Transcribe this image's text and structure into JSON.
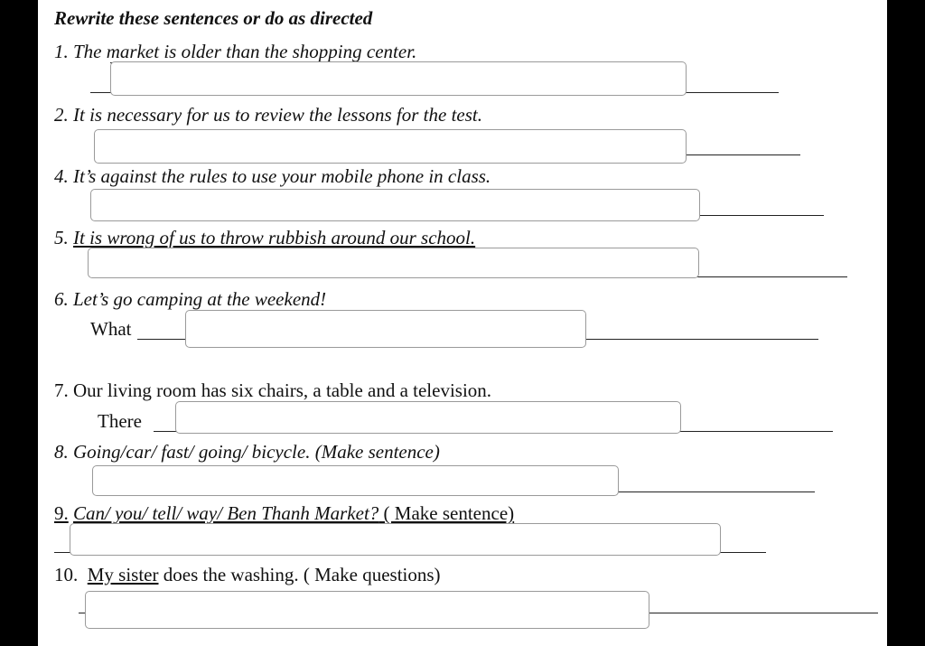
{
  "heading": "Rewrite these sentences or do as directed",
  "questions": [
    {
      "num": "1.",
      "text": "The market is older than the shopping center."
    },
    {
      "num": "2.",
      "text": "It is necessary for us to review the lessons for the test."
    },
    {
      "num": "4.",
      "text": "It’s against the rules to use your mobile phone in class."
    },
    {
      "num": "5.",
      "text": "It is wrong of us to throw rubbish around our school."
    },
    {
      "num": "6.",
      "text": "Let’s go camping at the weekend!",
      "prompt": "What"
    },
    {
      "num": "7.",
      "text": "Our living room has six chairs, a table and a television.",
      "prompt": "There"
    },
    {
      "num": "8.",
      "text": "Going/car/ fast/ going/ bicycle. (Make sentence)"
    },
    {
      "num": "9.",
      "text_italic": "Can/ you/ tell/ way/ Ben Thanh Market?",
      "text_plain": " ( Make sentence)"
    },
    {
      "num": "10.",
      "underlined": "My sister",
      "text_plain": " does the washing. ( Make questions)"
    }
  ]
}
